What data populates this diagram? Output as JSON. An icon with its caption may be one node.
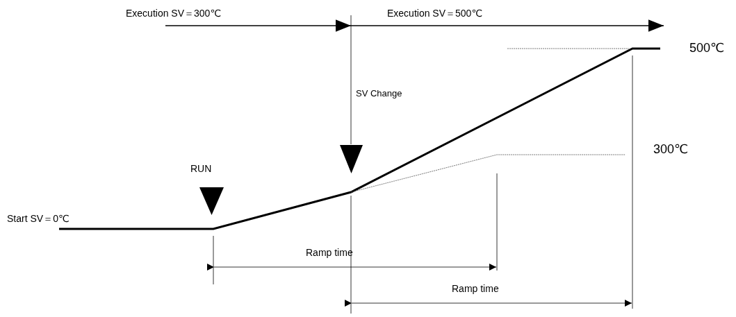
{
  "diagram": {
    "labels": [
      "Execution SV＝300℃",
      "Execution SV＝500℃",
      "500℃",
      "SV Change",
      "300℃",
      "RUN",
      "Start SV＝0℃",
      "Ramp time",
      "Ramp time"
    ]
  }
}
